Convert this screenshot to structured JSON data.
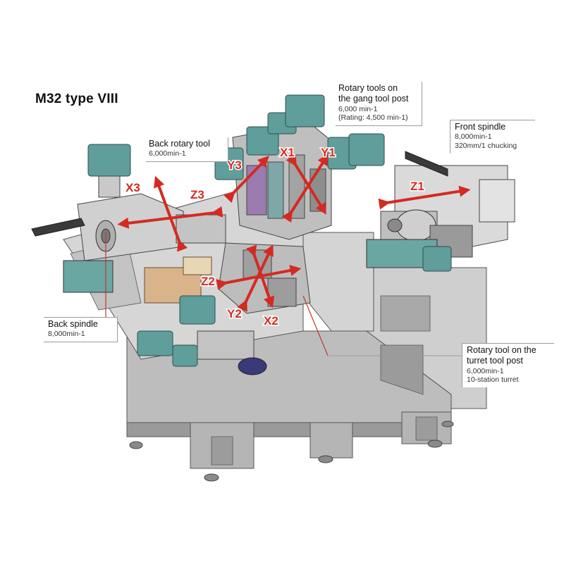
{
  "title": "M32 type VIII",
  "callouts": {
    "back_rotary_tool": {
      "head": "Back rotary tool",
      "sub": "6,000min-1"
    },
    "rotary_gang": {
      "head1": "Rotary tools on",
      "head2": "the gang tool post",
      "sub1": "6,000 min-1",
      "sub2": "(Rating: 4,500 min-1)"
    },
    "front_spindle": {
      "head": "Front spindle",
      "sub1": "8,000min-1",
      "sub2": "320mm/1 chucking"
    },
    "back_spindle": {
      "head": "Back spindle",
      "sub": "8,000min-1"
    },
    "rotary_turret": {
      "head1": "Rotary tool on the",
      "head2": "turret tool post",
      "sub1": "6,000min-1",
      "sub2": "10-station turret"
    }
  },
  "axes": [
    "X3",
    "Z3",
    "Y3",
    "X1",
    "Y1",
    "Z1",
    "Z2",
    "Y2",
    "X2"
  ],
  "colors": {
    "arrow": "#d42a22",
    "machine_gray": "#c9c9c9",
    "machine_dark": "#8c8c8c",
    "motor_teal": "#5f9e9a",
    "line": "#9a9a9a",
    "leader_red": "#c0392b"
  }
}
